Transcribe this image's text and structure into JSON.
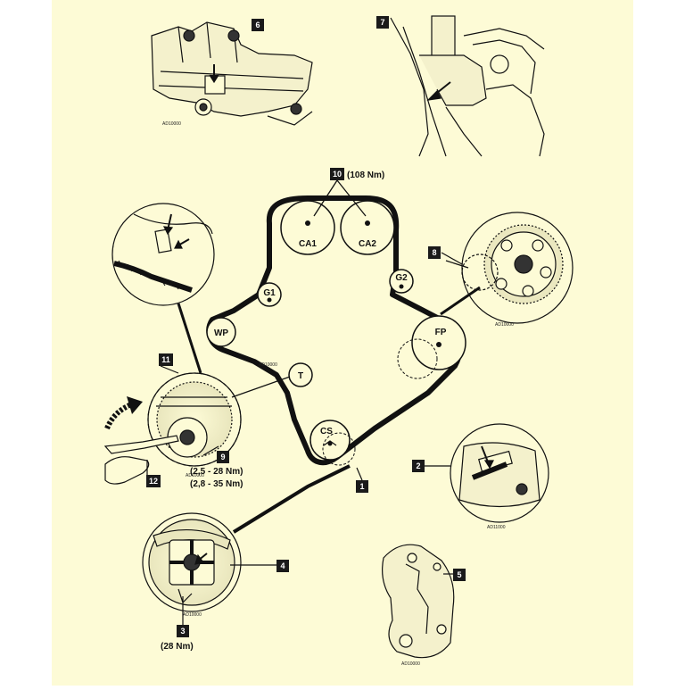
{
  "colors": {
    "page": "#ffffff",
    "panel": "#fdfbd6",
    "ink": "#111111",
    "label_box": "#1a1a1a",
    "label_text": "#ffffff"
  },
  "callouts": [
    {
      "id": "c1",
      "text": "1"
    },
    {
      "id": "c2",
      "text": "2"
    },
    {
      "id": "c3",
      "text": "3"
    },
    {
      "id": "c4",
      "text": "4"
    },
    {
      "id": "c5",
      "text": "5"
    },
    {
      "id": "c6",
      "text": "6"
    },
    {
      "id": "c7",
      "text": "7"
    },
    {
      "id": "c8",
      "text": "8"
    },
    {
      "id": "c9",
      "text": "9"
    },
    {
      "id": "c10",
      "text": "10"
    },
    {
      "id": "c11",
      "text": "11"
    },
    {
      "id": "c12",
      "text": "12"
    }
  ],
  "pulleys": {
    "ca1": "CA1",
    "ca2": "CA2",
    "g1": "G1",
    "g2": "G2",
    "wp": "WP",
    "t": "T",
    "fp": "FP",
    "cs": "CS"
  },
  "torque": {
    "camshaft": "(108 Nm)",
    "tensioner_1": "(2,5 - 28 Nm)",
    "tensioner_2": "(2,8 - 35 Nm)",
    "crank_bolt": "(28 Nm)"
  },
  "refs": {
    "r6": "AD10000",
    "r8": "AD10000",
    "belt": "AD10000",
    "r11": "AD10000",
    "r2": "AD11000",
    "r4": "AD10000",
    "r5": "AD10000"
  },
  "icons": [
    "arrow-icon",
    "gear-icon",
    "pulley-icon",
    "hand-icon",
    "bolt-icon"
  ]
}
